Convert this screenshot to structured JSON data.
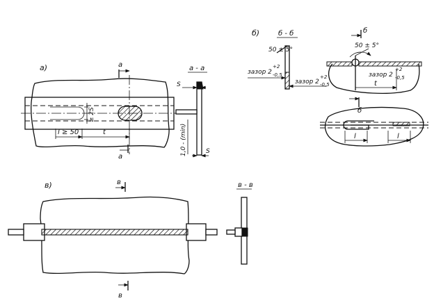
{
  "views": {
    "a": {
      "label": "а)",
      "cut_mark_top": "а",
      "cut_mark_bottom": "а",
      "dim_length": "l ≥ 50",
      "dim_pitch": "t",
      "dim_width": "≥ 2S"
    },
    "section_a": {
      "title": "а - а",
      "s_top": "S",
      "s_bottom": "S",
      "dim_min": "1,0 - (min)"
    },
    "b": {
      "label": "б)",
      "cut_mark_top": "б",
      "cut_mark_bottom": "б",
      "angle": "50 ± 5°",
      "gap": "зазор 2",
      "gap_tol_upper": "+2",
      "gap_tol_lower": "-0,5",
      "dim_pitch": "t",
      "dim_l1": "l",
      "dim_l2": "l"
    },
    "section_b": {
      "title": "б - б",
      "angle": "50 ± 5°",
      "gap_left": "зазор 2",
      "gap_right": "зазор 2",
      "tol_upper": "+2",
      "tol_lower": "-0,5"
    },
    "v": {
      "label": "в)",
      "cut_mark_top": "в",
      "cut_mark_bottom": "в"
    },
    "section_v": {
      "title": "в - в"
    }
  }
}
